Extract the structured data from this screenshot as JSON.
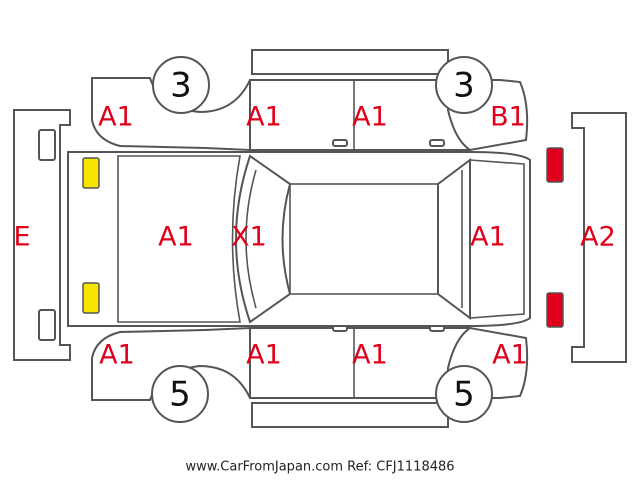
{
  "diagram": {
    "codes": {
      "front_bumper": "E",
      "rear_bumper": "A2",
      "hood": "A1",
      "windshield": "X1",
      "roof": "",
      "rear_glass_panel": "A1",
      "front_left_fender": "A1",
      "front_right_fender": "A1",
      "front_left_door": "A1",
      "rear_left_door": "A1",
      "front_right_door": "A1",
      "rear_right_door": "A1",
      "rear_left_quarter": "B1",
      "rear_right_quarter": "A1"
    },
    "tyres": {
      "front_left": "3",
      "rear_left": "3",
      "front_right": "5",
      "rear_right": "5"
    },
    "colors": {
      "code_text": "#e0001b",
      "front_lamps": "#f5e400",
      "rear_lamps": "#e0001b",
      "outline": "#555555"
    }
  },
  "footer": {
    "text": "www.CarFromJapan.com Ref: CFJ1118486"
  }
}
